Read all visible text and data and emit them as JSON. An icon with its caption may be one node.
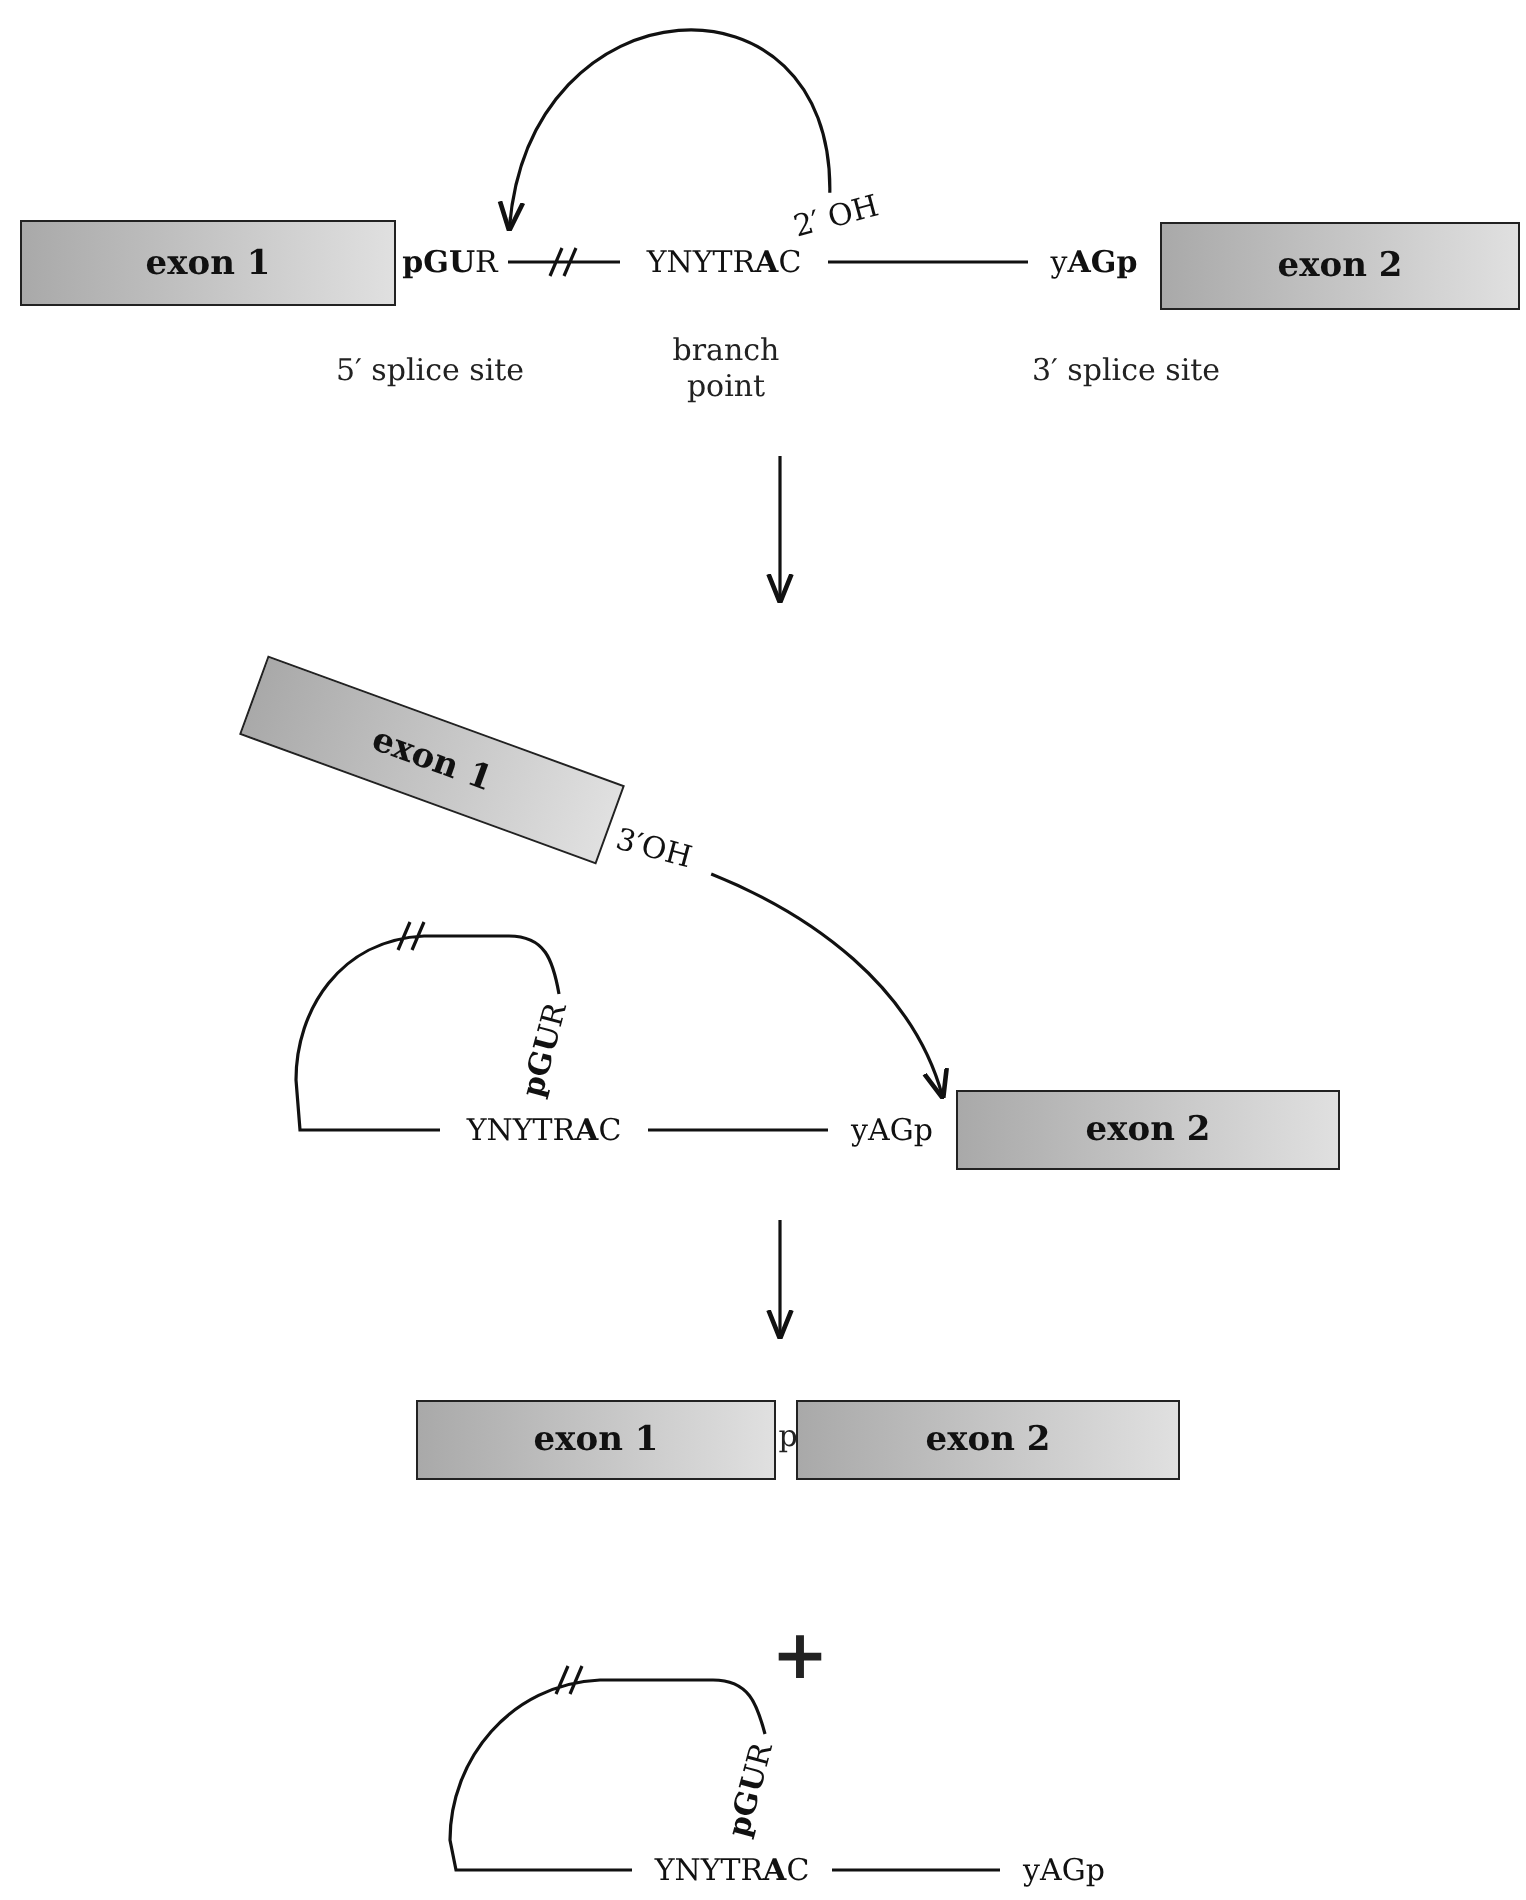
{
  "diagram": {
    "nodes": [
      {
        "text": [
          "exon 1"
        ]
      },
      {
        "text": [
          "**pGU**R"
        ]
      },
      {
        "text": [
          "YNYTR**A**C"
        ]
      },
      {
        "text": [
          "2′ OH"
        ]
      },
      {
        "text": [
          "y**AGp**"
        ]
      },
      {
        "text": [
          "exon 2"
        ]
      },
      {
        "text": [
          "exon 1"
        ]
      },
      {
        "text": [
          "3′OH"
        ]
      },
      {
        "text": [
          "**pGU**R"
        ]
      },
      {
        "text": [
          "YNYTR**A**C"
        ]
      },
      {
        "text": [
          "yAGp"
        ]
      },
      {
        "text": [
          "exon 2"
        ]
      },
      {
        "text": [
          "exon 1"
        ]
      },
      {
        "text": [
          "exon 2"
        ]
      },
      {
        "text": [
          "**pGU**R"
        ]
      },
      {
        "text": [
          "YNYTR**A**C"
        ]
      },
      {
        "text": [
          "yAGp"
        ]
      }
    ],
    "edges": [
      {
        "from": 1,
        "to": 2,
        "arrow": "none"
      },
      {
        "from": 2,
        "to": 4,
        "arrow": "none"
      },
      {
        "from": 3,
        "to": 1,
        "arrow": "to"
      },
      {
        "from": 7,
        "to": 10,
        "arrow": "to"
      },
      {
        "from": 8,
        "to": 9,
        "arrow": "none"
      },
      {
        "from": 9,
        "to": 10,
        "arrow": "none"
      },
      {
        "from": 14,
        "to": 15,
        "arrow": "none"
      },
      {
        "from": 15,
        "to": 16,
        "arrow": "none"
      }
    ],
    "labels": [
      "5′ splice site",
      "branch point",
      "3′ splice site",
      "p",
      "+"
    ]
  }
}
